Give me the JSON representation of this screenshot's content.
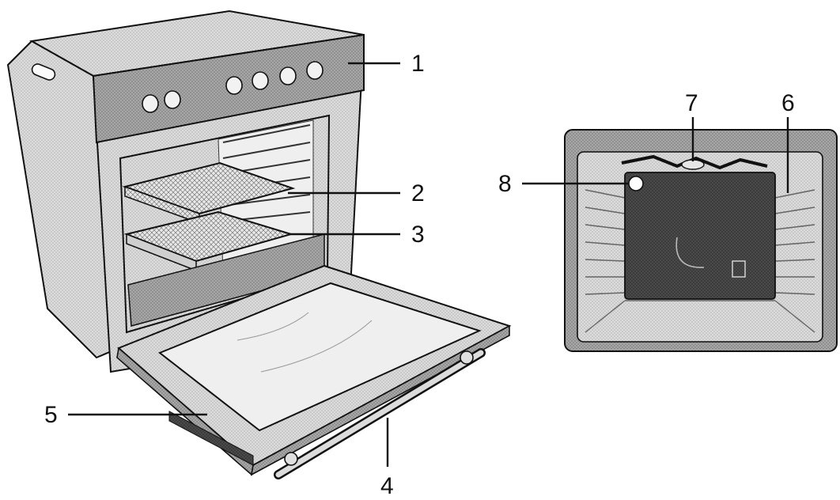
{
  "callouts": [
    {
      "id": "1",
      "label": "1"
    },
    {
      "id": "2",
      "label": "2"
    },
    {
      "id": "3",
      "label": "3"
    },
    {
      "id": "4",
      "label": "4"
    },
    {
      "id": "5",
      "label": "5"
    },
    {
      "id": "6",
      "label": "6"
    },
    {
      "id": "7",
      "label": "7"
    },
    {
      "id": "8",
      "label": "8"
    }
  ],
  "colors": {
    "line": "#111111",
    "body_fill": "#d9d9d9",
    "panel_fill": "#b8b8b8",
    "cavity_fill": "#9c9c9c",
    "glass_fill": "#ececec",
    "back_panel_fill": "#5a5a5a"
  }
}
